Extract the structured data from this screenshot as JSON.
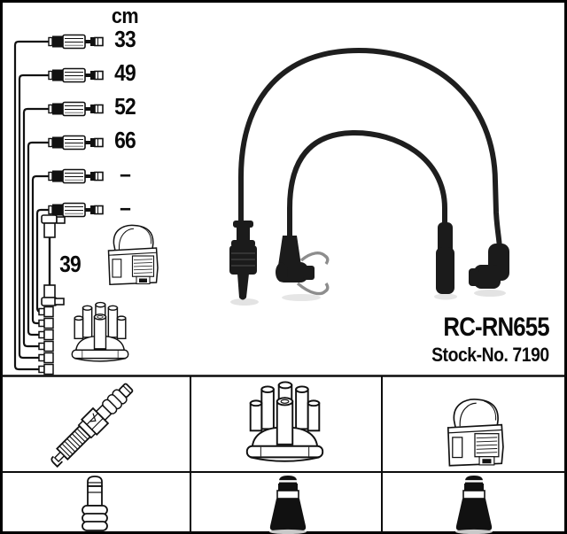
{
  "product": {
    "part_number": "RC-RN655",
    "stock_number_label": "Stock-No. 7190"
  },
  "length_table": {
    "unit_header": "cm",
    "values": [
      "33",
      "49",
      "52",
      "66",
      "–",
      "–"
    ],
    "coil_lead_value": "39"
  },
  "diagram": {
    "description_names": [
      "ignition-lead-set",
      "ignition-coil-illustration",
      "distributor-cap-illustration",
      "coil-lead",
      "photo-ignition-cables"
    ],
    "colors": {
      "background": "#ffffff",
      "line_art": "#111111",
      "cable_black": "#1b1b1b",
      "clip_gray": "#8d8d8d",
      "border": "#000000"
    }
  },
  "component_grid": {
    "row1": [
      {
        "icon": "spark-plug-icon"
      },
      {
        "icon": "distributor-cap-icon"
      },
      {
        "icon": "ignition-coil-icon"
      }
    ],
    "row2": [
      {
        "icon": "terminal-nut-icon"
      },
      {
        "icon": "spark-plug-boot-icon"
      },
      {
        "icon": "spark-plug-boot-icon"
      }
    ]
  }
}
